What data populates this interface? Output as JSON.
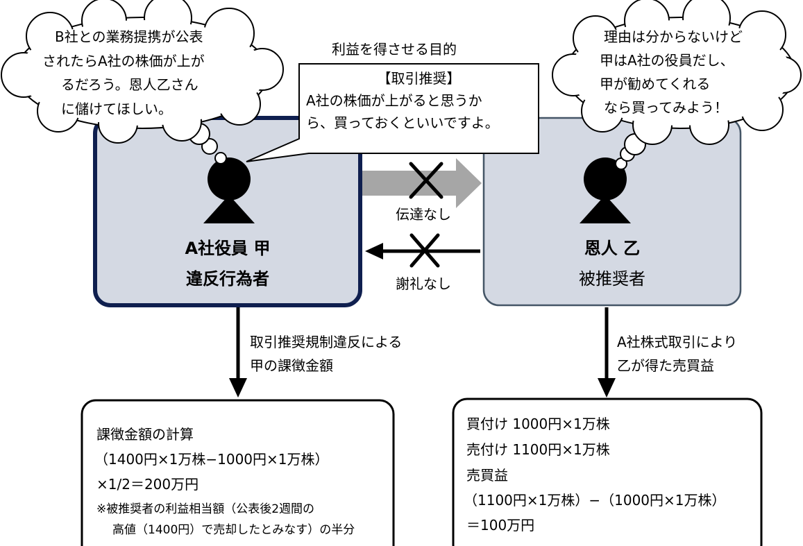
{
  "thought_kou": [
    "B社との業務提携が公表",
    "されたらA社の株価が上が",
    "るだろう。恩人乙さん",
    "に儲けてほしい。"
  ],
  "thought_otsu": [
    "理由は分からないけど",
    "甲はA社の役員だし、",
    "甲が勧めてくれる",
    "なら買ってみよう！"
  ],
  "purpose_label": "利益を得させる目的",
  "recommendation": {
    "title": "【取引推奨】",
    "lines": [
      "A社の株価が上がると思うか",
      "ら、買っておくといいですよ。"
    ]
  },
  "person_kou": {
    "name": "A社役員 甲",
    "role": "違反行為者"
  },
  "person_otsu": {
    "name": "恩人 乙",
    "role": "被推奨者"
  },
  "arrow_labels": {
    "communication": "伝達なし",
    "reward": "謝礼なし"
  },
  "left_flow": [
    "取引推奨規制違反による",
    "甲の課徴金額"
  ],
  "right_flow": [
    "A社株式取引により",
    "乙が得た売買益"
  ],
  "penalty_box": {
    "lines": [
      "課徴金額の計算",
      "（1400円×1万株−1000円×1万株）",
      "×1/2＝200万円"
    ],
    "notes": [
      "※被推奨者の利益相当額（公表後2週間の",
      "高値（1400円）で売却したとみなす）の半分"
    ]
  },
  "profit_box": {
    "lines": [
      "買付け 1000円×1万株",
      "売付け 1100円×1万株",
      "売買益",
      "（1100円×1万株）−（1000円×1万株）",
      "＝100万円"
    ]
  },
  "colors": {
    "kou_border": "#0f1f4f",
    "otsu_border": "#445566",
    "box_fill": "#d4d9e3",
    "gray_arrow": "#a6a6a6"
  }
}
